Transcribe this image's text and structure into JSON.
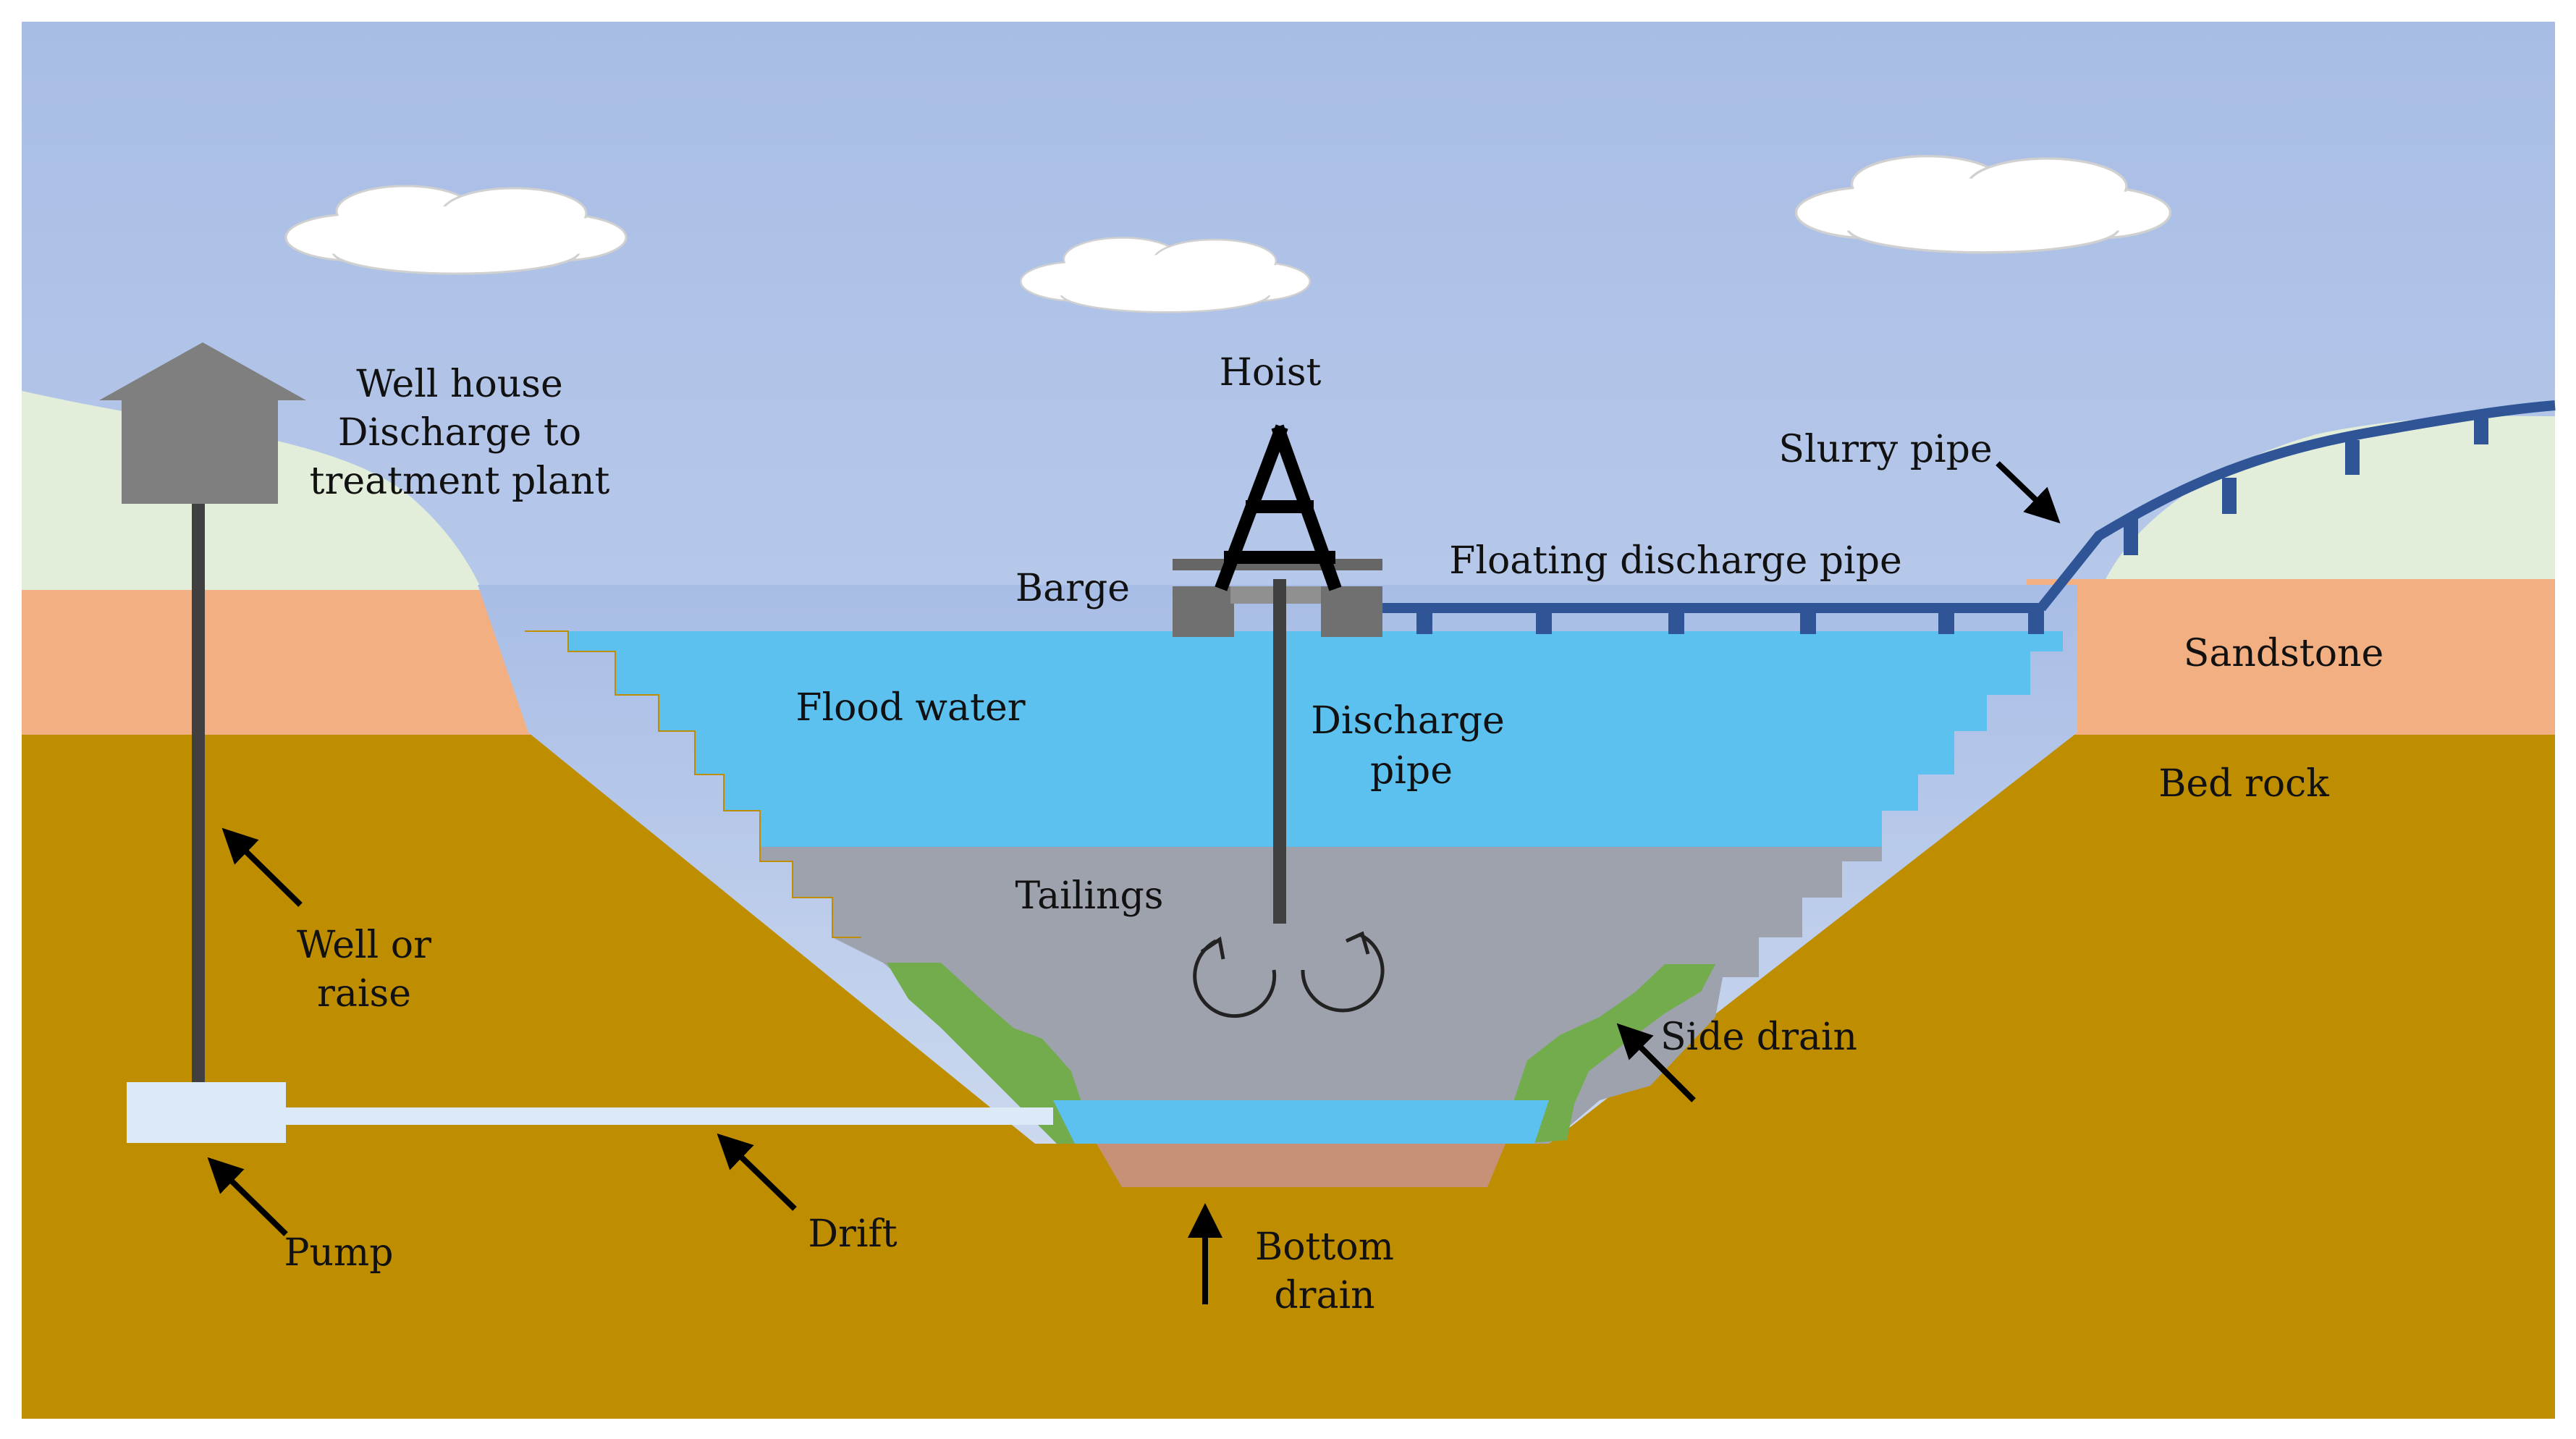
{
  "labels": {
    "well_house_1": "Well house",
    "well_house_2": "Discharge to",
    "well_house_3": "treatment plant",
    "hoist": "Hoist",
    "barge": "Barge",
    "floating_pipe": "Floating discharge pipe",
    "slurry_pipe": "Slurry pipe",
    "sandstone": "Sandstone",
    "bed_rock": "Bed rock",
    "flood_water": "Flood water",
    "discharge_pipe_1": "Discharge",
    "discharge_pipe_2": "pipe",
    "tailings": "Tailings",
    "well_1": "Well or",
    "well_2": "raise",
    "side_drain": "Side drain",
    "pump": "Pump",
    "drift": "Drift",
    "bottom_drain_1": "Bottom",
    "bottom_drain_2": "drain"
  },
  "colors": {
    "sky_top": "#a8bde6",
    "sky_bottom": "#cbd8ee",
    "bedrock": "#bf8e00",
    "sandstone": "#f2af82",
    "grass": "#e2eed9",
    "water": "#5cc1ef",
    "tailings": "#9ea2ad",
    "side_drain": "#72ac4c",
    "bottom_drain": "#c79178",
    "pipe": "#2f5597",
    "structure": "#7f7f7f",
    "pump": "#dce9f6"
  }
}
